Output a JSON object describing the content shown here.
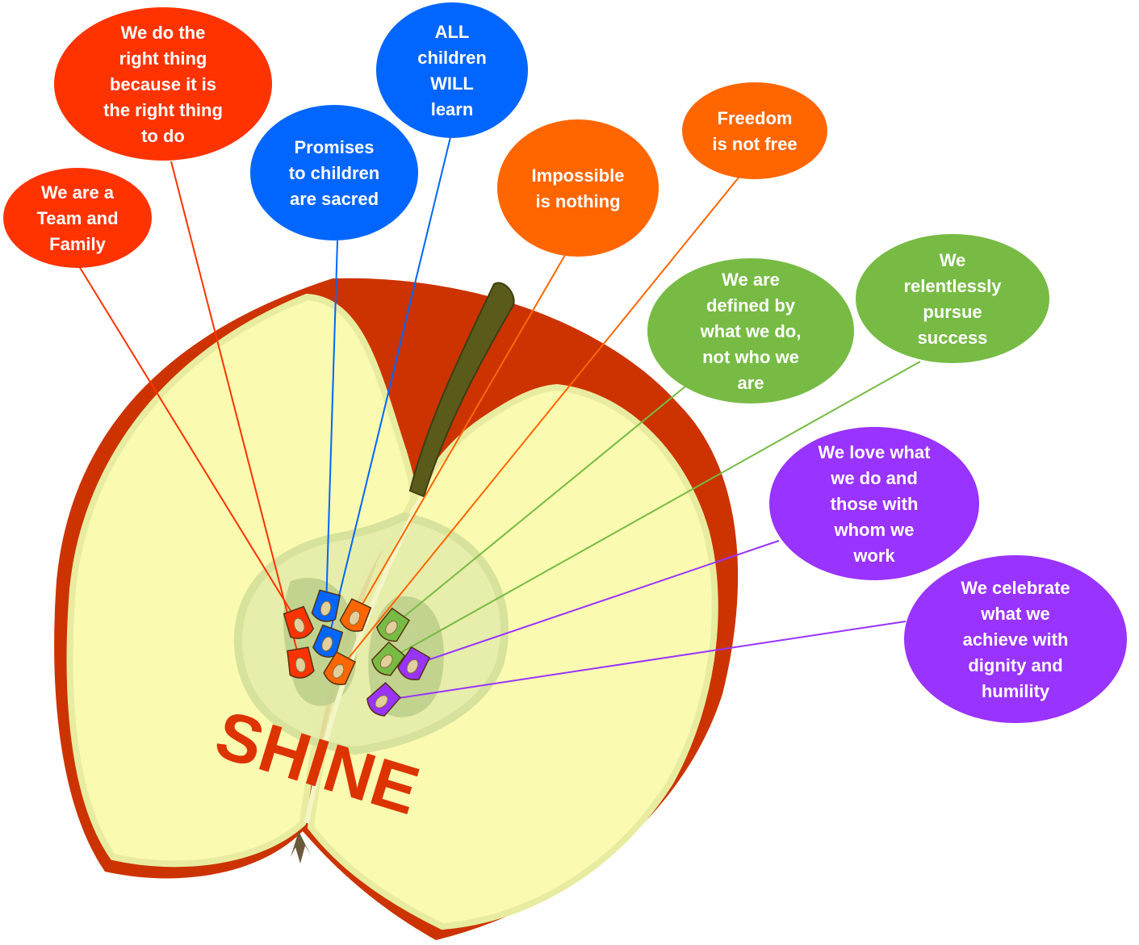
{
  "title": "SHINE",
  "colors": {
    "red": "#ff3300",
    "blue": "#0066ff",
    "orange": "#ff6600",
    "green": "#77bb44",
    "purple": "#9933ff",
    "apple_skin": "#cc3300",
    "apple_flesh": "#fafab0",
    "stem": "#5a5a1a"
  },
  "values": [
    {
      "lines": [
        "We are a",
        "Team and",
        "Family"
      ],
      "color": "red"
    },
    {
      "lines": [
        "We do the",
        "right thing",
        "because it is",
        "the right thing",
        "to do"
      ],
      "color": "red"
    },
    {
      "lines": [
        "Promises",
        "to children",
        "are sacred"
      ],
      "color": "blue"
    },
    {
      "lines": [
        "ALL",
        "children",
        "WILL",
        "learn"
      ],
      "color": "blue"
    },
    {
      "lines": [
        "Impossible",
        "is nothing"
      ],
      "color": "orange"
    },
    {
      "lines": [
        "Freedom",
        "is not free"
      ],
      "color": "orange"
    },
    {
      "lines": [
        "We are",
        "defined by",
        "what we do,",
        "not who we",
        "are"
      ],
      "color": "green"
    },
    {
      "lines": [
        "We",
        "relentlessly",
        "pursue",
        "success"
      ],
      "color": "green"
    },
    {
      "lines": [
        "We love what",
        "we do and",
        "those with",
        "whom we",
        "work"
      ],
      "color": "purple"
    },
    {
      "lines": [
        "We celebrate",
        "what we",
        "achieve with",
        "dignity and",
        "humility"
      ],
      "color": "purple"
    }
  ]
}
